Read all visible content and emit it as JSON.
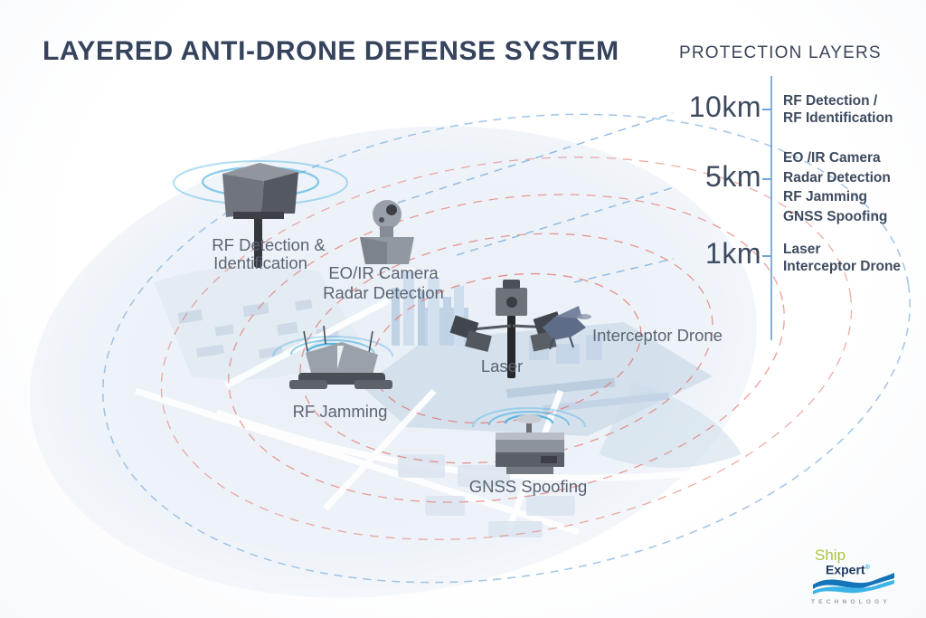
{
  "title": "LAYERED ANTI-DRONE DEFENSE SYSTEM",
  "legend": {
    "heading": "PROTECTION LAYERS",
    "layers": [
      {
        "range": "10km",
        "items": [
          "RF Detection /",
          "RF Identification"
        ]
      },
      {
        "range": "5km",
        "items": [
          "EO /IR Camera",
          "Radar Detection",
          "RF Jamming",
          "GNSS Spoofing"
        ]
      },
      {
        "range": "1km",
        "items": [
          "Laser",
          "Interceptor Drone"
        ]
      }
    ]
  },
  "scene": {
    "devices": [
      {
        "id": "rf-detection",
        "label_lines": [
          "RF Detection &",
          "Identification"
        ]
      },
      {
        "id": "eo-ir-camera",
        "label_lines": [
          "EO/IR Camera",
          "Radar Detection"
        ]
      },
      {
        "id": "laser",
        "label_lines": [
          "Laser"
        ]
      },
      {
        "id": "interceptor-drone",
        "label_lines": [
          "Interceptor Drone"
        ]
      },
      {
        "id": "rf-jamming",
        "label_lines": [
          "RF Jamming"
        ]
      },
      {
        "id": "gnss-spoofing",
        "label_lines": [
          "GNSS Spoofing"
        ]
      }
    ]
  },
  "logo": {
    "line1": "Ship",
    "line2": "Expert",
    "reg": "®",
    "line3": "TECHNOLOGY"
  },
  "colors": {
    "title_text": "#36435c",
    "label_text": "#5b6472",
    "ring_red": "#e2756c",
    "ring_blue": "#8ab5e0",
    "wave_cyan": "#36a9dc",
    "legend_line_blue": "#5f9bd6",
    "logo_green": "#a8c83f",
    "logo_navy": "#1c3a60",
    "logo_wave_dark": "#1374ba",
    "logo_wave_light": "#3cb4e8"
  }
}
